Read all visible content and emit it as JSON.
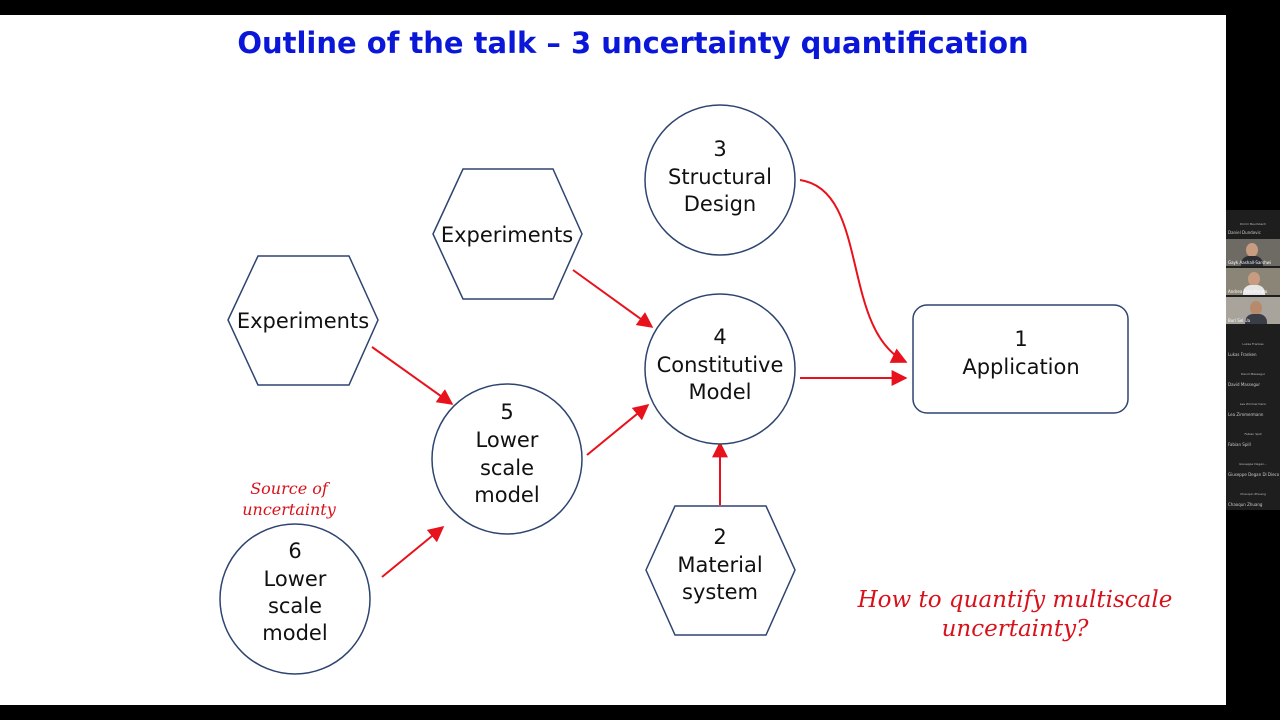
{
  "slide": {
    "title": "Outline of the talk – 3 uncertainty quantification",
    "nodes": {
      "structural_design": [
        "3",
        "Structural",
        "Design"
      ],
      "experiments_top": "Experiments",
      "experiments_left": "Experiments",
      "constitutive_model": [
        "4",
        "Constitutive",
        "Model"
      ],
      "application": [
        "1",
        "Application"
      ],
      "lower_scale_5": [
        "5",
        "Lower",
        "scale",
        "model"
      ],
      "lower_scale_6": [
        "6",
        "Lower",
        "scale",
        "model"
      ],
      "material_system": [
        "2",
        "Material",
        "system"
      ]
    },
    "source_label": [
      "Source of",
      "uncertainty"
    ],
    "question": [
      "How to quantify multiscale",
      "uncertainty?"
    ],
    "colors": {
      "title": "#0a16d8",
      "arrow": "#e8121c",
      "note": "#d8121b",
      "shape_stroke": "#2e4470"
    }
  },
  "participants": {
    "entries": [
      {
        "header": "Dimm Baumbach",
        "name": "Daniel Dundovic"
      },
      {
        "video_caption": "Gayk Aashall-Sarshwi"
      },
      {
        "video_caption": "Andrea Pizzuferrato"
      },
      {
        "video_caption": "Buri Sel Ua"
      },
      {
        "header": "Lukas Frankas",
        "name": "Lukas Franken"
      },
      {
        "header": "David Massegur",
        "name": "David Massegur"
      },
      {
        "header": "Lea Zimmermann",
        "name": "Lea Zimmermann"
      },
      {
        "header": "Fabian Spill",
        "name": "Fabian Spill"
      },
      {
        "header": "Giuseppe Degan...",
        "name": "Giuseppe Degan Di Dieco"
      },
      {
        "header": "Chaoqun Zhuang",
        "name": "Chaoqun Zhuang"
      }
    ]
  }
}
